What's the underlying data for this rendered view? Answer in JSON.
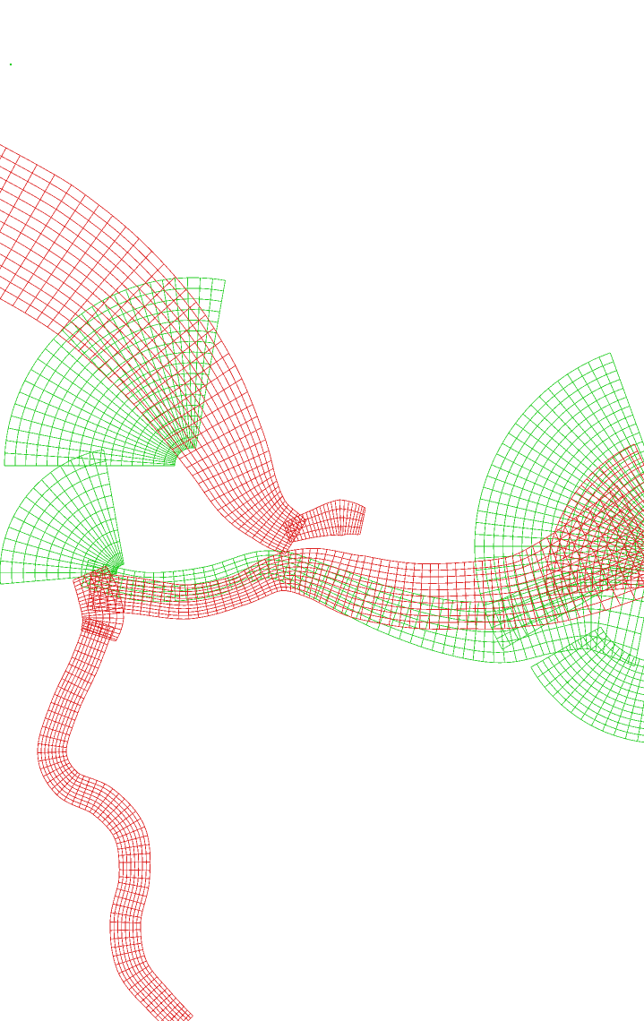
{
  "figure": {
    "type": "curvilinear-mesh-overlay",
    "background": "#ffffff",
    "meshes": [
      {
        "id": "green-mesh",
        "color": "#22cc22"
      },
      {
        "id": "red-mesh",
        "color": "#dd2222"
      }
    ]
  }
}
